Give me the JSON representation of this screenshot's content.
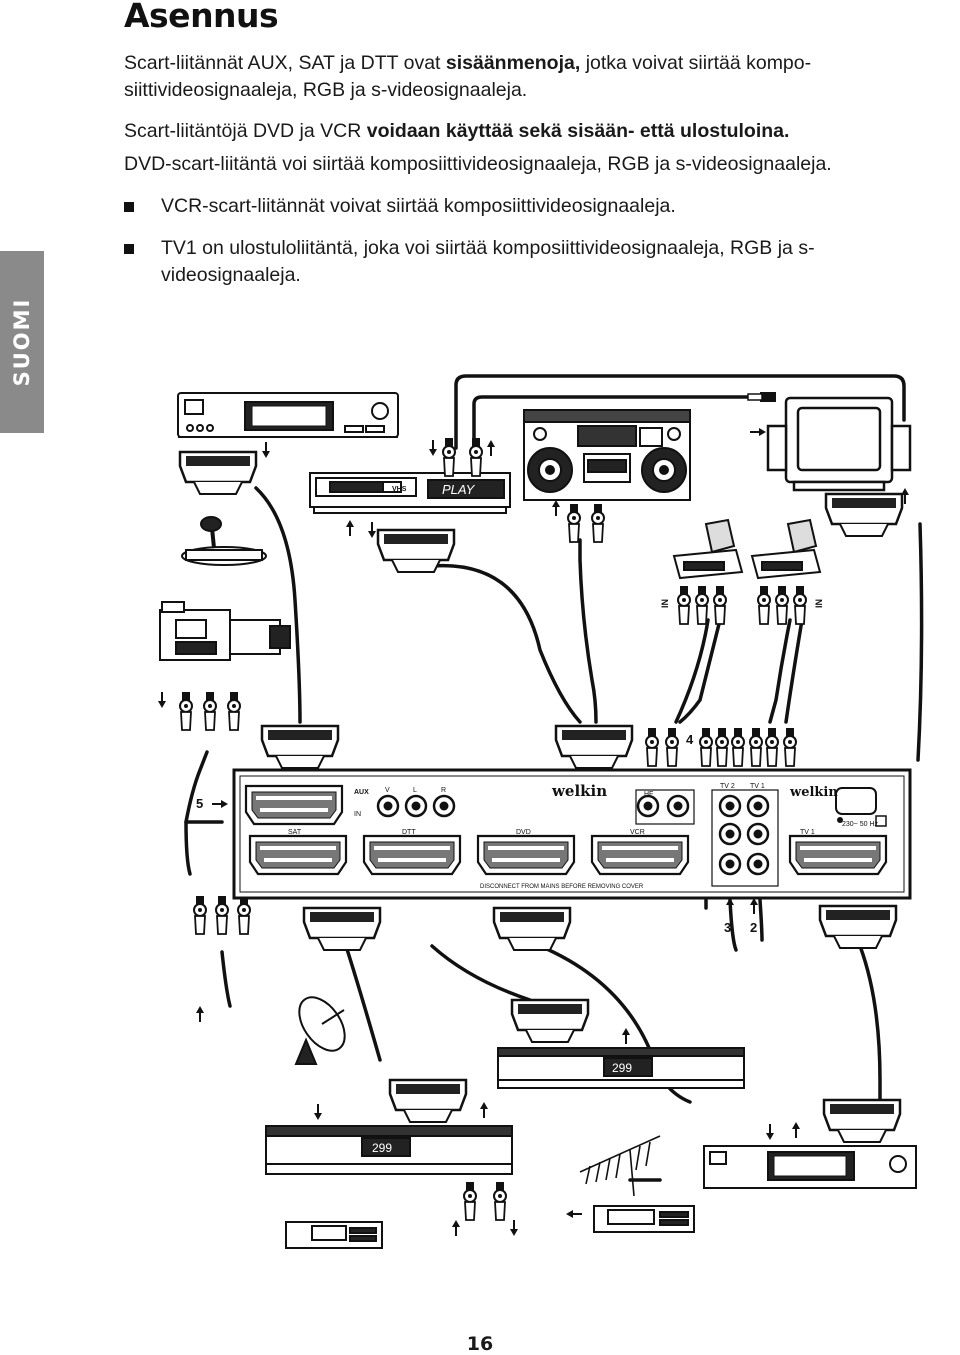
{
  "page": {
    "title": "Asennus",
    "side_tab": "SUOMI",
    "page_number": "16"
  },
  "text": {
    "p1": "Scart-liitännät AUX, SAT ja DTT ovat ",
    "p1_bold": "sisäänmenoja,",
    "p1_rest": " jotka voivat siirtää kompo-siittivideosignaaleja, RGB ja s-videosignaaleja.",
    "p2": "Scart-liitäntöjä DVD ja VCR ",
    "p2_bold": "voidaan käyttää sekä sisään- että ulostuloina.",
    "p3": "DVD-scart-liitäntä voi siirtää komposiittivideosignaaleja, RGB ja s-videosignaaleja."
  },
  "bullets": [
    "VCR-scart-liitännät voivat siirtää komposiittivideosignaaleja.",
    "TV1 on ulostuloliitäntä, joka voi siirtää komposiittivideosignaaleja, RGB ja s-videosignaaleja."
  ],
  "diagram": {
    "switch_brand": "welkin",
    "socket_labels": {
      "aux": "AUX",
      "in": "IN",
      "v": "V",
      "l": "L",
      "r": "R",
      "sat": "SAT",
      "dtt": "DTT",
      "dvd": "DVD",
      "vcr": "VCR",
      "hf": "HF",
      "tv2": "TV 2",
      "tv1_top": "TV 1",
      "tv1": "TV 1",
      "mains": "230~ 50 Hz",
      "disconnect": "DISCONNECT FROM MAINS BEFORE REMOVING COVER"
    },
    "callouts": {
      "c2": "2",
      "c3": "3",
      "c4": "4",
      "c5": "5"
    },
    "displays": {
      "vcr": "PLAY",
      "receiver1": "299",
      "receiver2": "299"
    },
    "vhs": "VHS",
    "in_label": "IN"
  }
}
